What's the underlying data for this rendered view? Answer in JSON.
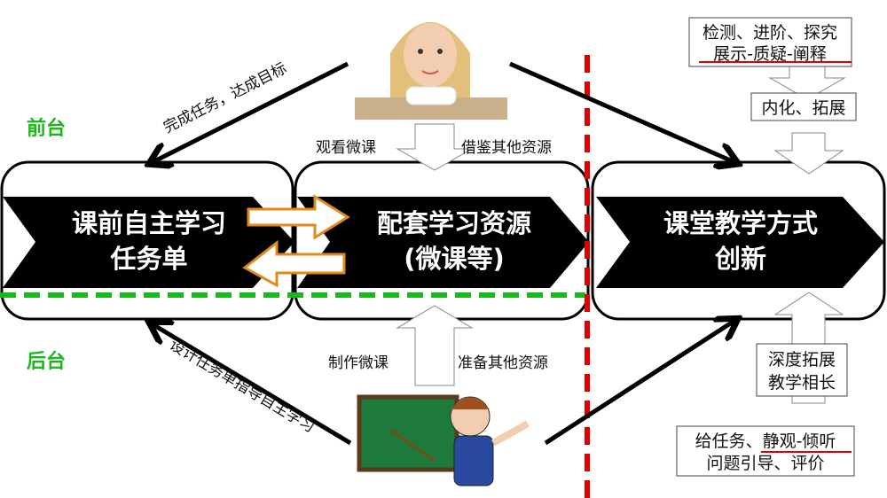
{
  "front_label": "前台",
  "back_label": "后台",
  "stages": [
    {
      "line1": "课前自主学习",
      "line2": "任务单"
    },
    {
      "line1": "配套学习资源",
      "line2": "(微课等)"
    },
    {
      "line1": "课堂教学方式",
      "line2": "创新"
    }
  ],
  "arrows": {
    "student_to_task": "完成任务，达成目标",
    "teacher_to_task": "设计任务单指导自主学习",
    "watch": "观看微课",
    "reference": "借鉴其他资源",
    "make": "制作微课",
    "prepare": "准备其他资源"
  },
  "right_boxes": {
    "top_line1": "检测、进阶、探究",
    "top_line2": "展示-质疑-阐释",
    "internalize": "内化、拓展",
    "deep_line1": "深度拓展",
    "deep_line2": "教学相长",
    "bottom_line1": "给任务、静观-倾听",
    "bottom_line2": "问题引导、评价"
  },
  "colors": {
    "green": "#1bb81b",
    "red": "#e00000",
    "orange": "#e08a1a"
  }
}
